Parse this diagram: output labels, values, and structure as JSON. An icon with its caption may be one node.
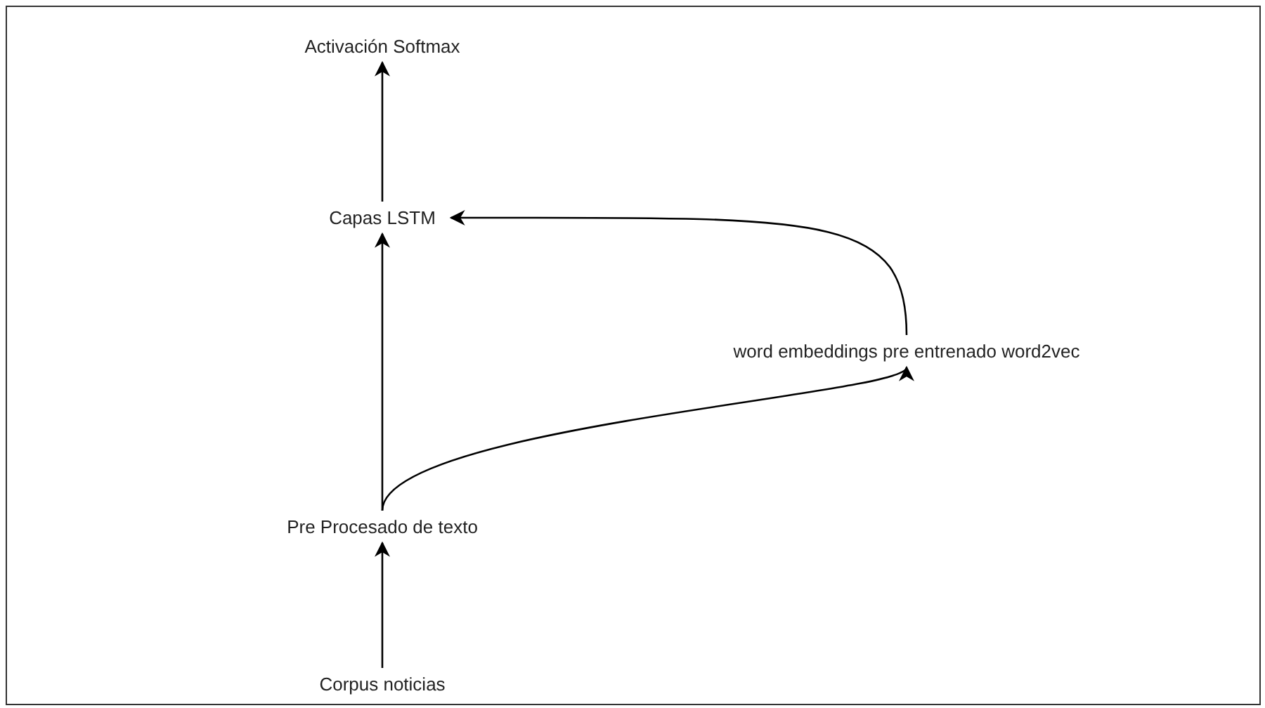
{
  "diagram": {
    "nodes": [
      {
        "text": [
          "Activación Softmax"
        ]
      },
      {
        "text": [
          "Capas LSTM"
        ]
      },
      {
        "text": [
          "word embeddings pre entrenado word2vec"
        ]
      },
      {
        "text": [
          "Pre Procesado de texto"
        ]
      },
      {
        "text": [
          "Corpus noticias"
        ]
      }
    ],
    "edges": [
      {
        "from": 1,
        "to": 0,
        "arrow": "to"
      },
      {
        "from": 3,
        "to": 1,
        "arrow": "to"
      },
      {
        "from": 3,
        "to": 2,
        "arrow": "to"
      },
      {
        "from": 2,
        "to": 1,
        "arrow": "to"
      },
      {
        "from": 4,
        "to": 3,
        "arrow": "to"
      }
    ]
  }
}
